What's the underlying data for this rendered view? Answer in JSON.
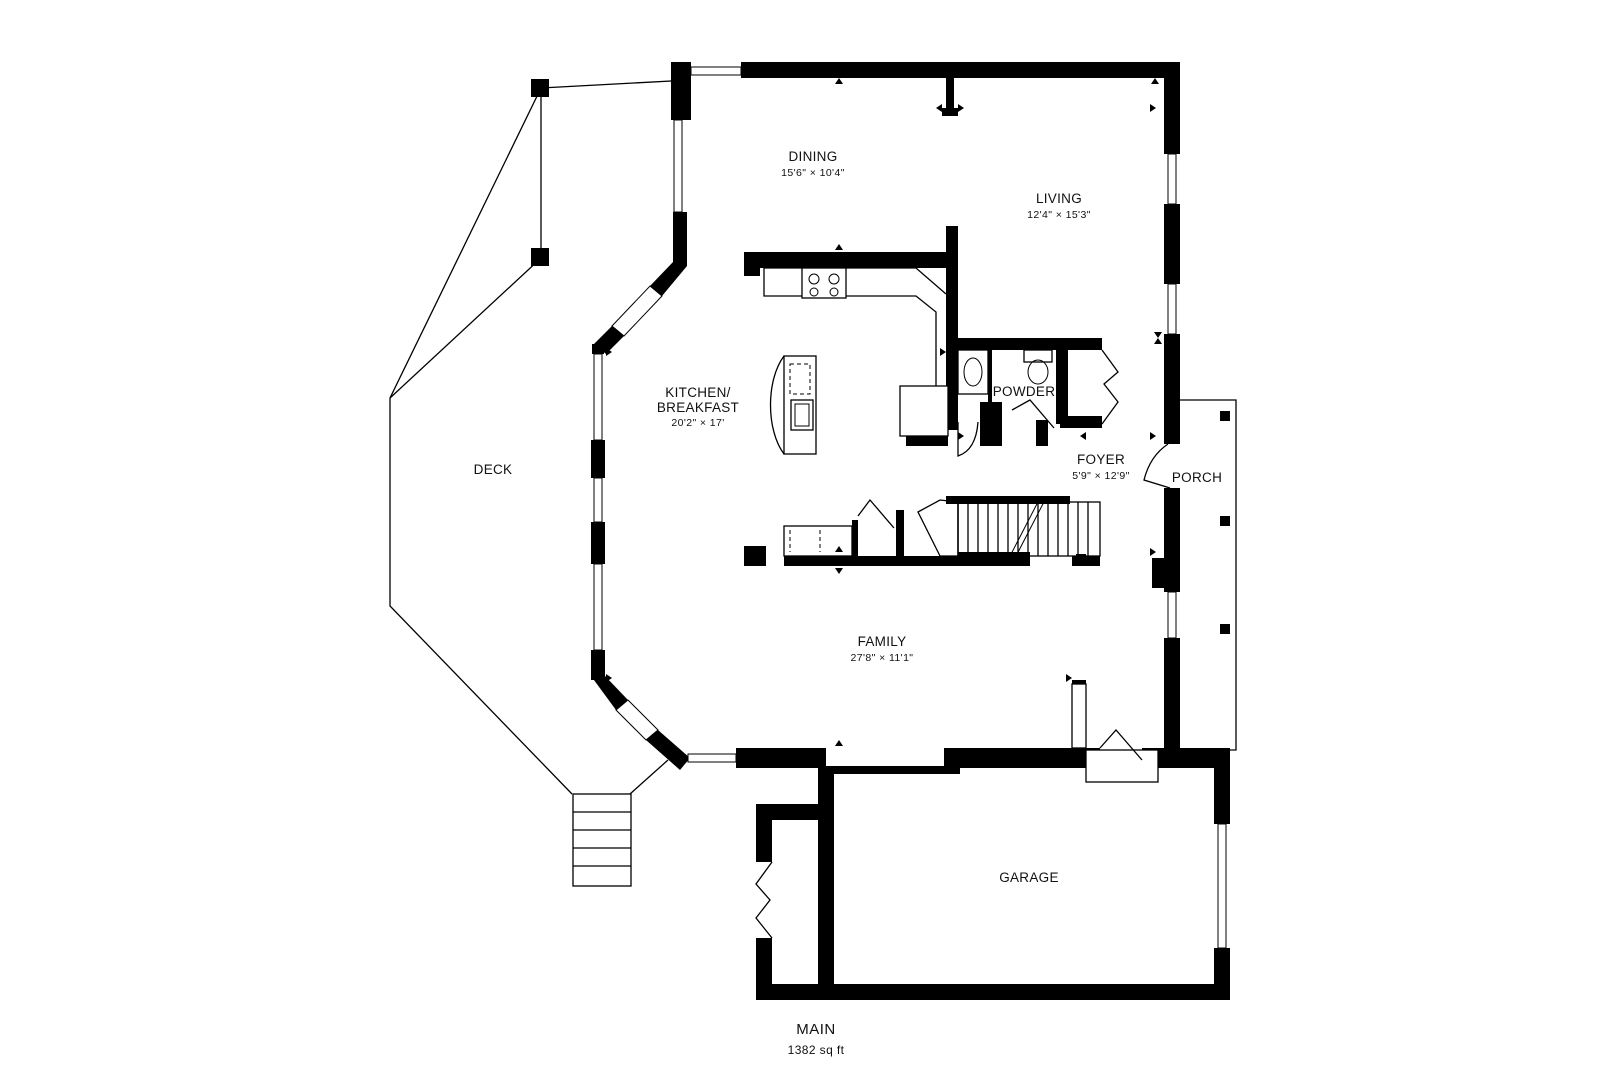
{
  "rooms": {
    "dining": {
      "name": "DINING",
      "dims": "15'6\" × 10'4\""
    },
    "living": {
      "name": "LIVING",
      "dims": "12'4\" × 15'3\""
    },
    "kitchen": {
      "name_line1": "KITCHEN/",
      "name_line2": "BREAKFAST",
      "dims": "20'2\" × 17'"
    },
    "powder": {
      "name": "POWDER"
    },
    "foyer": {
      "name": "FOYER",
      "dims": "5'9\" × 12'9\""
    },
    "porch": {
      "name": "PORCH"
    },
    "deck": {
      "name": "DECK"
    },
    "family": {
      "name": "FAMILY",
      "dims": "27'8\" × 11'1\""
    },
    "garage": {
      "name": "GARAGE"
    }
  },
  "floor": {
    "name": "MAIN",
    "area": "1382 sq ft"
  },
  "colors": {
    "walls": "#000000",
    "background": "#ffffff"
  }
}
